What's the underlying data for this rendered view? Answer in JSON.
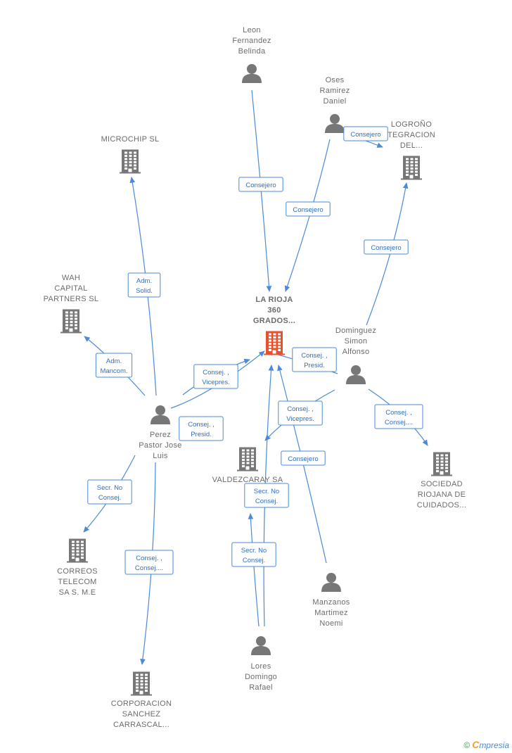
{
  "colors": {
    "edge": "#4a8ad8",
    "label": "#6b6b6b",
    "icon": "#777777",
    "center_icon": "#e8512b"
  },
  "nodes": [
    {
      "id": "center",
      "type": "company",
      "lines": [
        "LA RIOJA",
        "360",
        "GRADOS..."
      ],
      "center": true
    },
    {
      "id": "leon",
      "type": "person",
      "lines": [
        "Leon",
        "Fernandez",
        "Belinda"
      ]
    },
    {
      "id": "oses",
      "type": "person",
      "lines": [
        "Oses",
        "Ramirez",
        "Daniel"
      ]
    },
    {
      "id": "logrono",
      "type": "company",
      "lines": [
        "LOGROÑO",
        "TEGRACION",
        "DEL..."
      ]
    },
    {
      "id": "microchip",
      "type": "company",
      "lines": [
        "MICROCHIP  SL"
      ]
    },
    {
      "id": "wah",
      "type": "company",
      "lines": [
        "WAH",
        "CAPITAL",
        "PARTNERS SL"
      ]
    },
    {
      "id": "dominguez",
      "type": "person",
      "lines": [
        "Dominguez",
        "Simon",
        "Alfonso"
      ]
    },
    {
      "id": "perez",
      "type": "person",
      "lines": [
        "Perez",
        "Pastor Jose",
        "Luis"
      ]
    },
    {
      "id": "valdezcaray",
      "type": "company",
      "lines": [
        "VALDEZCARAY SA"
      ]
    },
    {
      "id": "sociedad",
      "type": "company",
      "lines": [
        "SOCIEDAD",
        "RIOJANA DE",
        "CUIDADOS..."
      ]
    },
    {
      "id": "correos",
      "type": "company",
      "lines": [
        "CORREOS",
        "TELECOM",
        "SA S. M.E"
      ]
    },
    {
      "id": "manzanos",
      "type": "person",
      "lines": [
        "Manzanos",
        "Martimez",
        "Noemi"
      ]
    },
    {
      "id": "lores",
      "type": "person",
      "lines": [
        "Lores",
        "Domingo",
        "Rafael"
      ]
    },
    {
      "id": "corporacion",
      "type": "company",
      "lines": [
        "CORPORACION",
        "SANCHEZ",
        "CARRASCAL..."
      ]
    }
  ],
  "edges": [
    {
      "id": "e1",
      "lines": [
        "Consejero"
      ]
    },
    {
      "id": "e2",
      "lines": [
        "Consejero"
      ]
    },
    {
      "id": "e3",
      "lines": [
        "Consejero"
      ]
    },
    {
      "id": "e4",
      "lines": [
        "Consejero"
      ]
    },
    {
      "id": "e5",
      "lines": [
        "Adm.",
        "Solid."
      ]
    },
    {
      "id": "e6",
      "lines": [
        "Adm.",
        "Mancom."
      ]
    },
    {
      "id": "e7",
      "lines": [
        "Consej. ,",
        "Vicepres."
      ]
    },
    {
      "id": "e8",
      "lines": [
        "Consej. ,",
        "Presid."
      ]
    },
    {
      "id": "e9",
      "lines": [
        "Consej. ,",
        "Presid."
      ]
    },
    {
      "id": "e10",
      "lines": [
        "Consej. ,",
        "Vicepres."
      ]
    },
    {
      "id": "e11",
      "lines": [
        "Consej. ,",
        "Consej...."
      ]
    },
    {
      "id": "e12",
      "lines": [
        "Consejero"
      ]
    },
    {
      "id": "e13",
      "lines": [
        "Secr.  No",
        "Consej."
      ]
    },
    {
      "id": "e14",
      "lines": [
        "Secr.  No",
        "Consej."
      ]
    },
    {
      "id": "e15",
      "lines": [
        "Secr.  No",
        "Consej."
      ]
    },
    {
      "id": "e16",
      "lines": [
        "Consej. ,",
        "Consej...."
      ]
    }
  ],
  "footer": {
    "copyright": "©",
    "brand_initial": "C",
    "brand_rest": "mpresia"
  }
}
